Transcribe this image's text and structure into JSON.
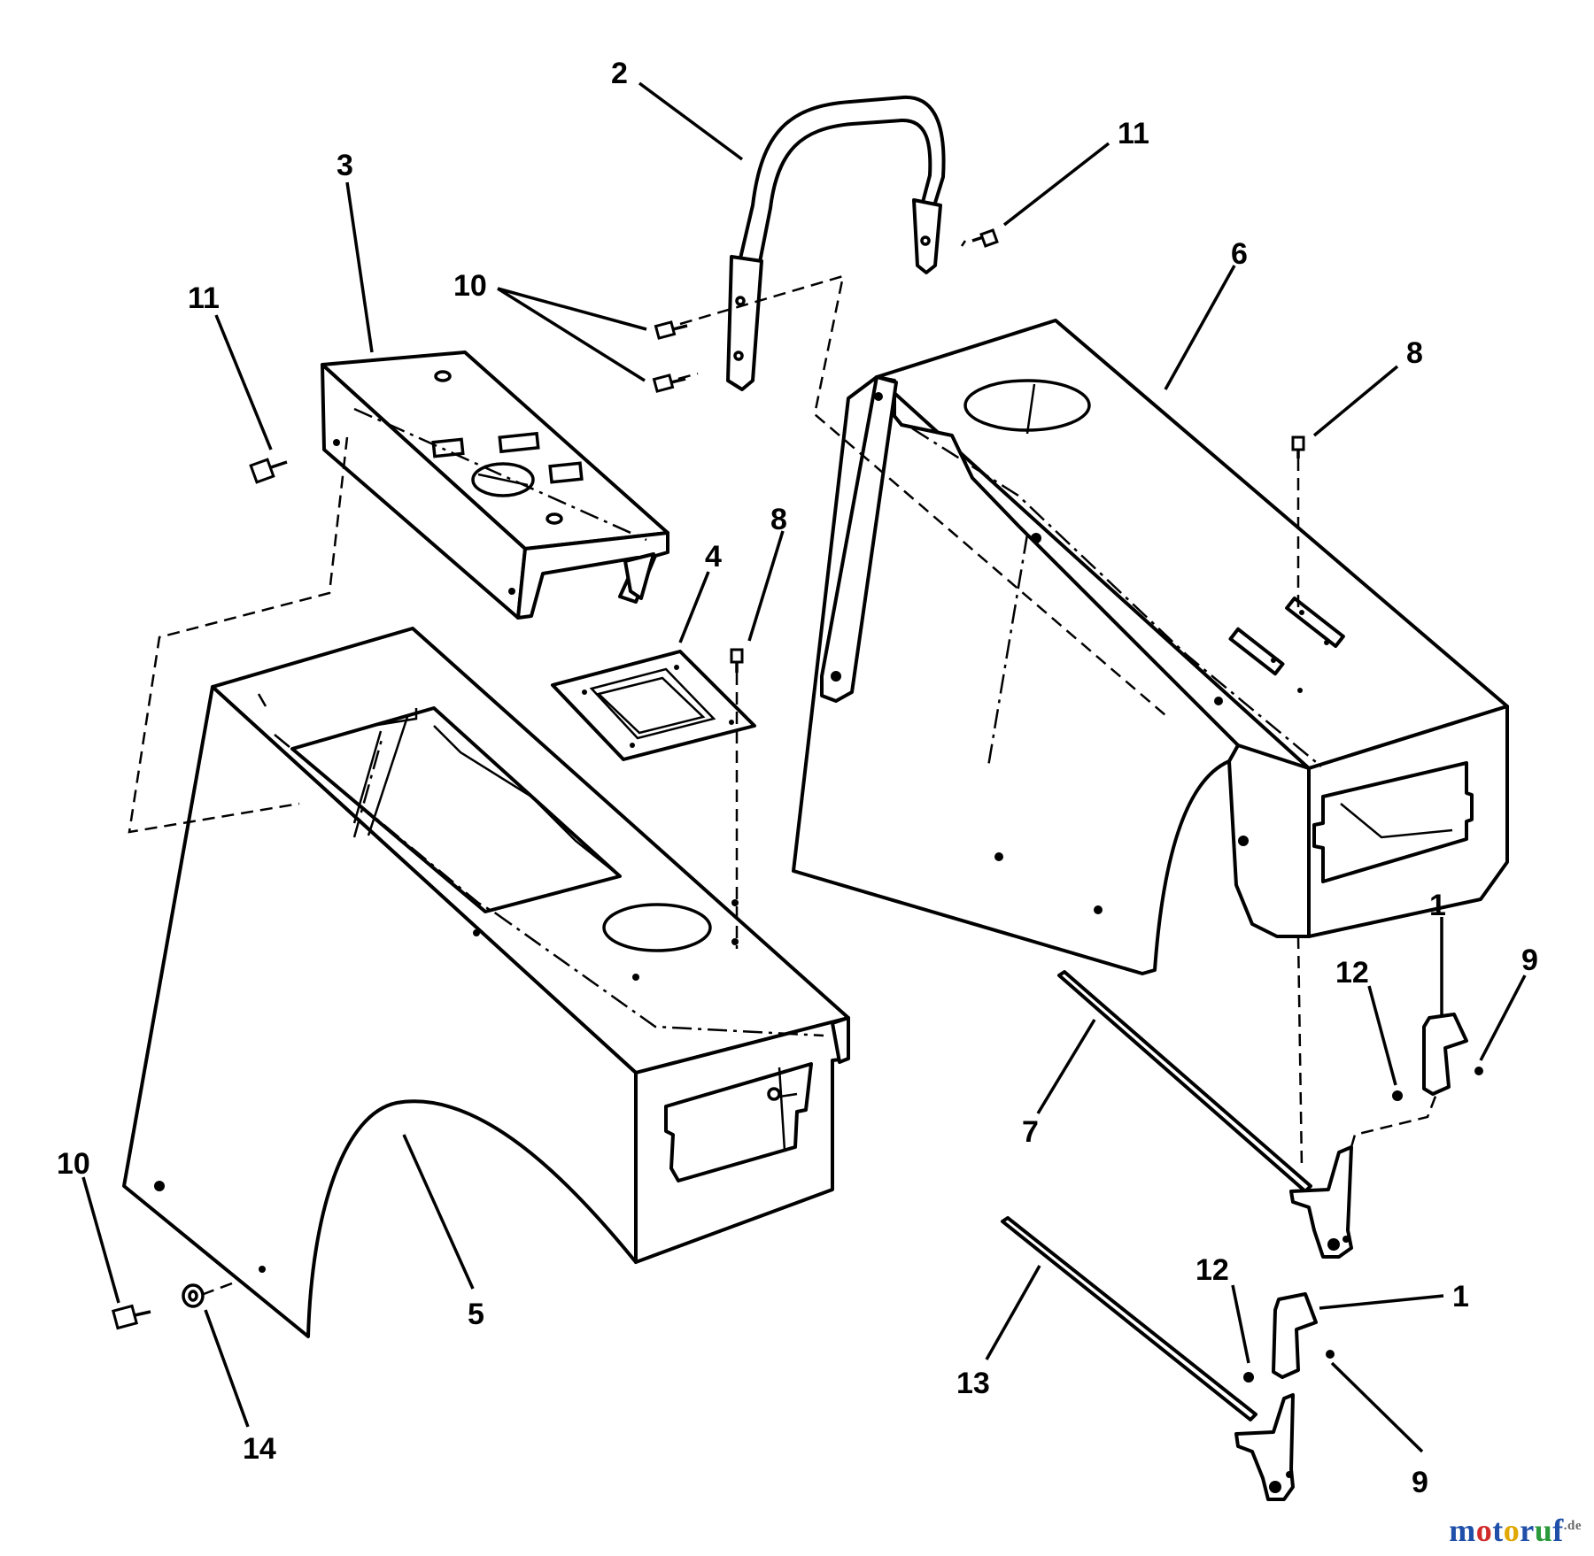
{
  "diagram": {
    "callouts": [
      {
        "id": "c-2",
        "label": "2"
      },
      {
        "id": "c-3",
        "label": "3"
      },
      {
        "id": "c-11a",
        "label": "11"
      },
      {
        "id": "c-11b",
        "label": "11"
      },
      {
        "id": "c-10a",
        "label": "10"
      },
      {
        "id": "c-6",
        "label": "6"
      },
      {
        "id": "c-8a",
        "label": "8"
      },
      {
        "id": "c-8b",
        "label": "8"
      },
      {
        "id": "c-4",
        "label": "4"
      },
      {
        "id": "c-1a",
        "label": "1"
      },
      {
        "id": "c-9a",
        "label": "9"
      },
      {
        "id": "c-12a",
        "label": "12"
      },
      {
        "id": "c-7",
        "label": "7"
      },
      {
        "id": "c-10b",
        "label": "10"
      },
      {
        "id": "c-5",
        "label": "5"
      },
      {
        "id": "c-14",
        "label": "14"
      },
      {
        "id": "c-13",
        "label": "13"
      },
      {
        "id": "c-12b",
        "label": "12"
      },
      {
        "id": "c-1b",
        "label": "1"
      },
      {
        "id": "c-9b",
        "label": "9"
      }
    ]
  },
  "watermark": {
    "parts": [
      {
        "text": "m",
        "color": "#1f4fa8"
      },
      {
        "text": "o",
        "color": "#d12a2a"
      },
      {
        "text": "t",
        "color": "#1f4fa8"
      },
      {
        "text": "o",
        "color": "#e0a800"
      },
      {
        "text": "r",
        "color": "#1f4fa8"
      },
      {
        "text": "u",
        "color": "#2a9a3a"
      },
      {
        "text": "f",
        "color": "#1f4fa8"
      }
    ],
    "tld": ".de"
  }
}
